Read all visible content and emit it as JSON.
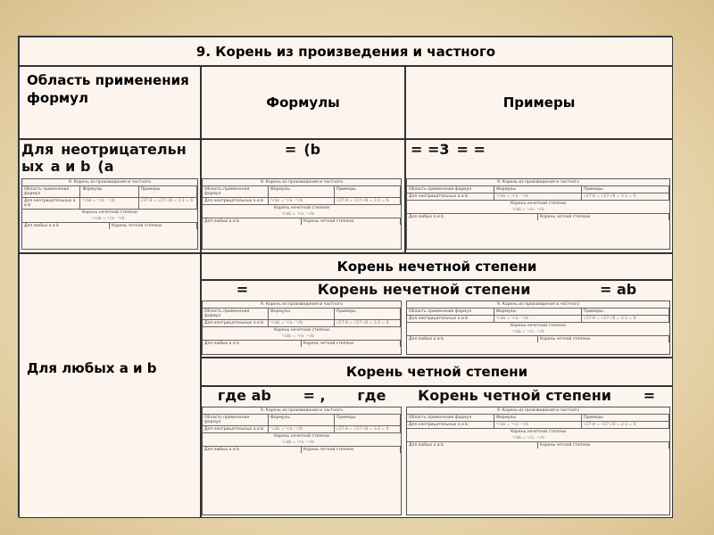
{
  "table": {
    "title": "9. Корень из произведения и частного",
    "headers": [
      "Область применения формул",
      "Формулы",
      "Примеры"
    ],
    "row_any": "Для любых a и b",
    "odd_root": "Корень нечетной степени",
    "even_root": "Корень четной степени"
  },
  "thumb": {
    "title": "9. Корень из произведения и частного",
    "area": "Область применения формул",
    "formulas": "Формулы",
    "examples": "Примеры",
    "nonneg": "Для неотрицательных a и b",
    "odd": "Корень нечетной степени",
    "even": "Корень четной степени",
    "any": "Для любых a и b",
    "f1": "ⁿ√ab = ⁿ√a · ⁿ√b",
    "f2": "√27·8 = √27·√8 = 3·2 = 6"
  },
  "overlays": {
    "dlya": "Для",
    "neotr": "неотрицательн",
    "yh": "ых",
    "aib": "а и b",
    "a_paren": "(a",
    "eq": "=",
    "b_paren": "(b",
    "eq3": "= =3",
    "eqeq": "=  =",
    "eq_ab": "= ab",
    "gde_ab": "где  ab",
    "eq_comma": "=  ,",
    "gde": "где",
    "odd": "Корень нечетной степени",
    "even": "Корень четной степени"
  }
}
